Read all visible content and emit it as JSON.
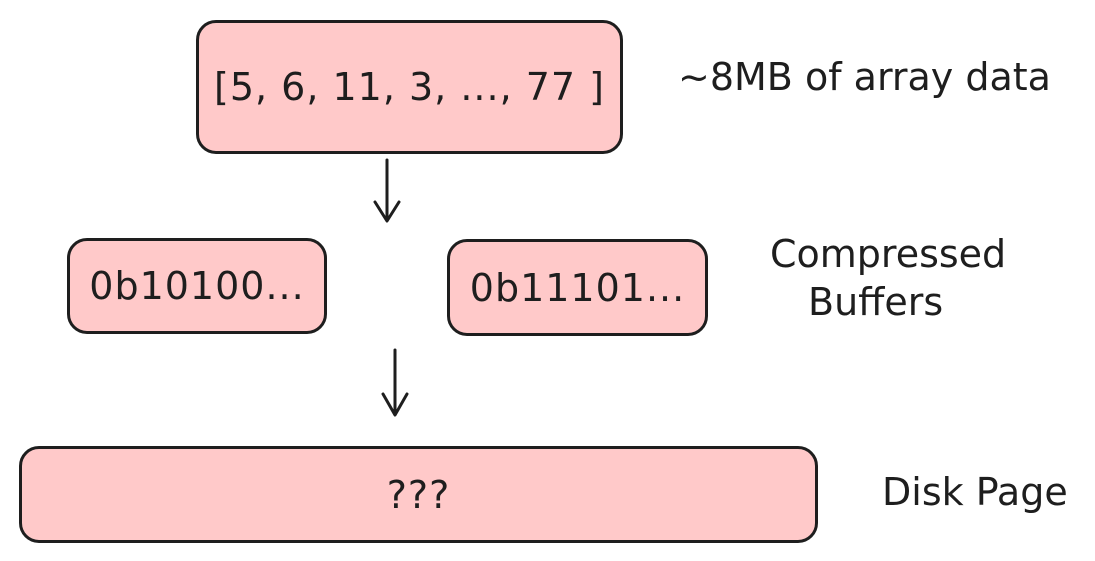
{
  "boxes": {
    "array": "[5, 6, 11, 3, ..., 77 ]",
    "buffer_1": "0b10100...",
    "buffer_2": "0b11101...",
    "disk": "???"
  },
  "labels": {
    "array": "~8MB of array data",
    "buffers_line1": "Compressed",
    "buffers_line2": "Buffers",
    "disk": "Disk Page"
  },
  "colors": {
    "box_fill": "#ffc9c9",
    "stroke": "#1e1e1e"
  }
}
